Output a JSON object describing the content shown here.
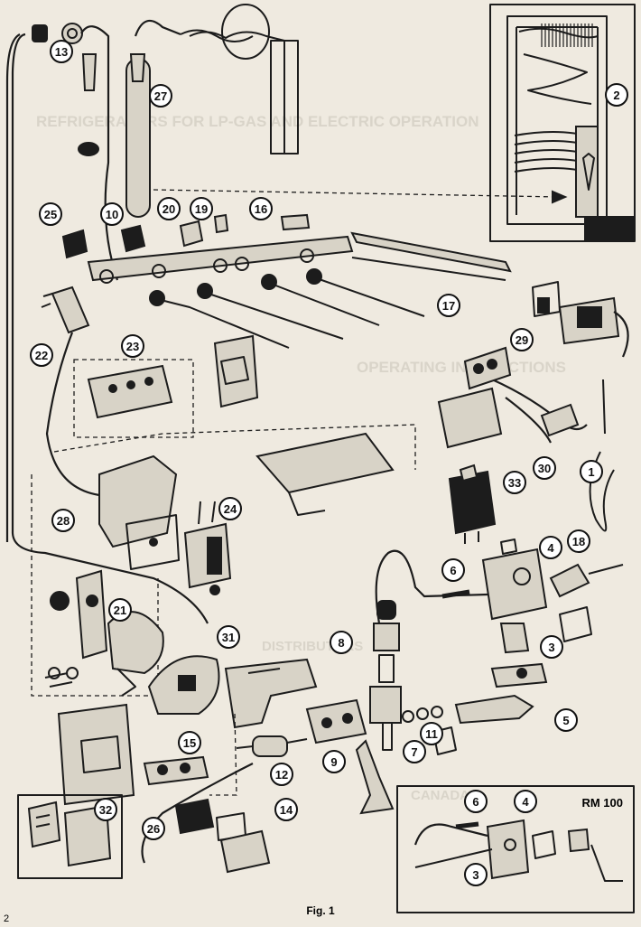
{
  "page": {
    "page_number": "2",
    "figure_caption": "Fig. 1",
    "inset_title": "RM 100"
  },
  "bleed_through": [
    "REFRIGERATORS FOR LP-GAS AND ELECTRIC OPERATION",
    "OPERATING INSTRUCTIONS",
    "DISTRIBUTORS",
    "CANADA"
  ],
  "callouts": [
    {
      "id": "c13",
      "label": "13"
    },
    {
      "id": "c2",
      "label": "2"
    },
    {
      "id": "c27",
      "label": "27"
    },
    {
      "id": "c25",
      "label": "25"
    },
    {
      "id": "c10",
      "label": "10"
    },
    {
      "id": "c20",
      "label": "20"
    },
    {
      "id": "c19",
      "label": "19"
    },
    {
      "id": "c16",
      "label": "16"
    },
    {
      "id": "c17",
      "label": "17"
    },
    {
      "id": "c22",
      "label": "22"
    },
    {
      "id": "c23",
      "label": "23"
    },
    {
      "id": "c29",
      "label": "29"
    },
    {
      "id": "c30",
      "label": "30"
    },
    {
      "id": "c1",
      "label": "1"
    },
    {
      "id": "c33",
      "label": "33"
    },
    {
      "id": "c28",
      "label": "28"
    },
    {
      "id": "c24",
      "label": "24"
    },
    {
      "id": "c6",
      "label": "6"
    },
    {
      "id": "c4",
      "label": "4"
    },
    {
      "id": "c18",
      "label": "18"
    },
    {
      "id": "c21",
      "label": "21"
    },
    {
      "id": "c31",
      "label": "31"
    },
    {
      "id": "c8",
      "label": "8"
    },
    {
      "id": "c3",
      "label": "3"
    },
    {
      "id": "c5",
      "label": "5"
    },
    {
      "id": "c11",
      "label": "11"
    },
    {
      "id": "c7",
      "label": "7"
    },
    {
      "id": "c9",
      "label": "9"
    },
    {
      "id": "c12",
      "label": "12"
    },
    {
      "id": "c15",
      "label": "15"
    },
    {
      "id": "c14",
      "label": "14"
    },
    {
      "id": "c32",
      "label": "32"
    },
    {
      "id": "c26",
      "label": "26"
    },
    {
      "id": "c6b",
      "label": "6"
    },
    {
      "id": "c4b",
      "label": "4"
    },
    {
      "id": "c3b",
      "label": "3"
    }
  ]
}
